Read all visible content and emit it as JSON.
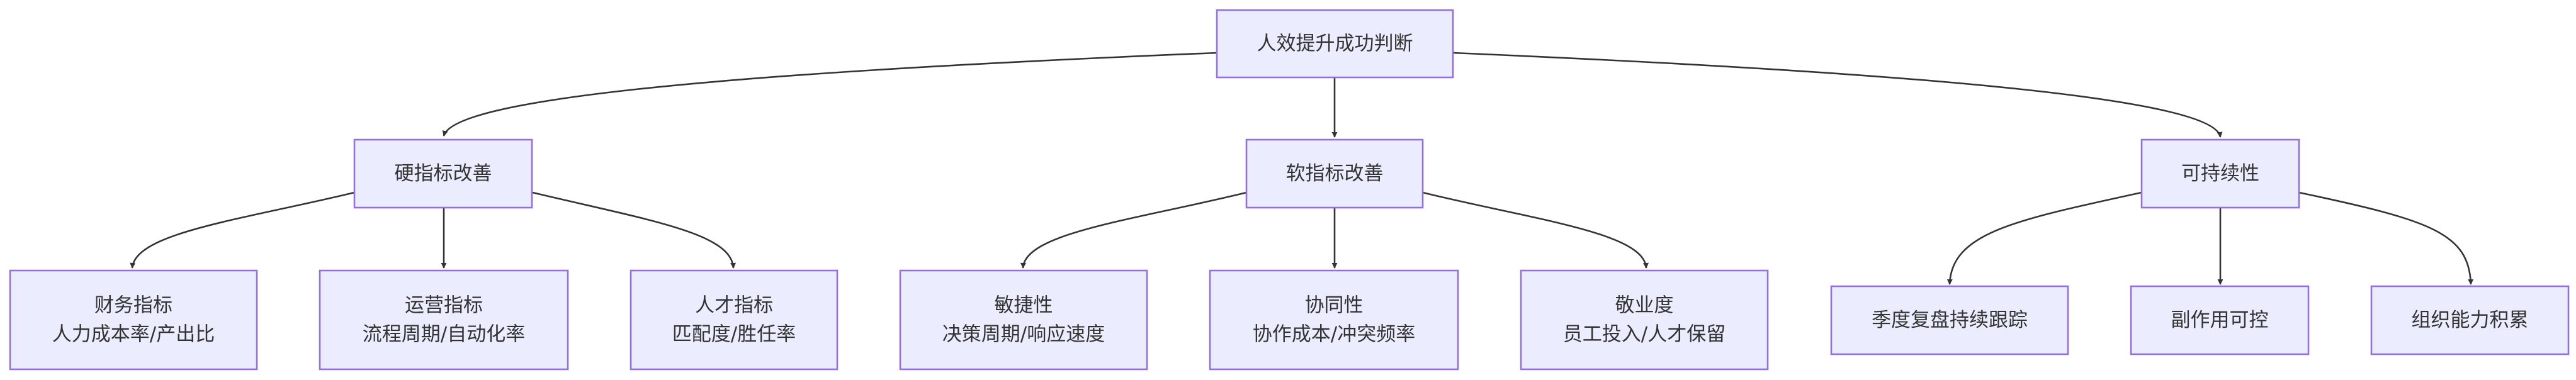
{
  "colors": {
    "node_fill": "#ECECFF",
    "node_stroke": "#9370DB",
    "edge": "#333333",
    "text": "#333333"
  },
  "nodes": {
    "root": {
      "lines": [
        "人效提升成功判断"
      ]
    },
    "hard": {
      "lines": [
        "硬指标改善"
      ]
    },
    "soft": {
      "lines": [
        "软指标改善"
      ]
    },
    "sustain": {
      "lines": [
        "可持续性"
      ]
    },
    "finance": {
      "lines": [
        "财务指标",
        "人力成本率/产出比"
      ]
    },
    "ops": {
      "lines": [
        "运营指标",
        "流程周期/自动化率"
      ]
    },
    "talent": {
      "lines": [
        "人才指标",
        "匹配度/胜任率"
      ]
    },
    "agility": {
      "lines": [
        "敏捷性",
        "决策周期/响应速度"
      ]
    },
    "collab": {
      "lines": [
        "协同性",
        "协作成本/冲突频率"
      ]
    },
    "engage": {
      "lines": [
        "敬业度",
        "员工投入/人才保留"
      ]
    },
    "quarterly": {
      "lines": [
        "季度复盘持续跟踪"
      ]
    },
    "side": {
      "lines": [
        "副作用可控"
      ]
    },
    "capability": {
      "lines": [
        "组织能力积累"
      ]
    }
  }
}
